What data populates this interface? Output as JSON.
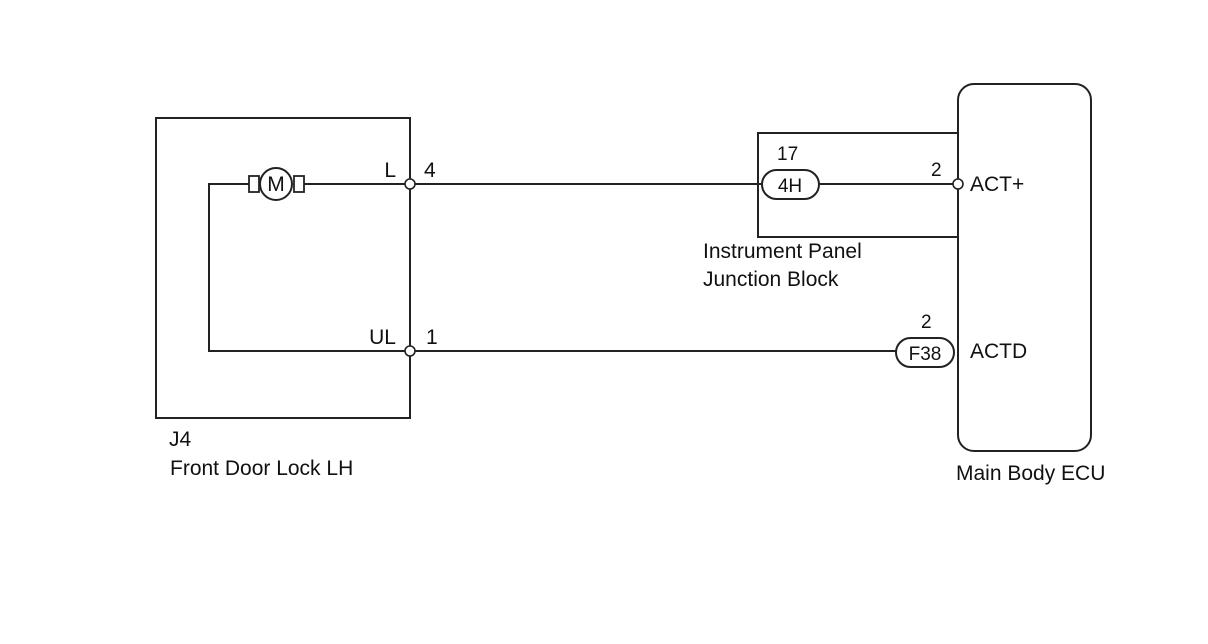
{
  "components": {
    "front_door_lock": {
      "code": "J4",
      "name": "Front Door Lock LH",
      "motor_symbol": "M",
      "pins": {
        "l_label": "L",
        "l_number": "4",
        "ul_label": "UL",
        "ul_number": "1"
      }
    },
    "junction_block": {
      "name_line1": "Instrument Panel",
      "name_line2": "Junction Block",
      "connector": "4H",
      "in_pin": "17",
      "out_pin": "2"
    },
    "main_body_ecu": {
      "name": "Main Body ECU",
      "act_plus_label": "ACT+",
      "actd_label": "ACTD",
      "f38_connector": "F38",
      "f38_pin": "2"
    }
  }
}
